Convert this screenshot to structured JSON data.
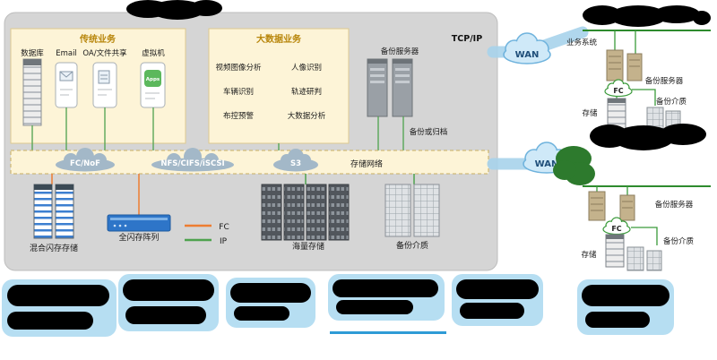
{
  "colors": {
    "container_bg": "#d5d5d5",
    "panel_bg": "#fdf4d7",
    "panel_border": "#ddc98f",
    "fc_line": "#ed7d31",
    "ip_line": "#4ea24e",
    "trunk_green": "#2e8b2e",
    "cloud_fill": "#a3b8c8",
    "wan_fill": "#cfe9f8",
    "wan_border": "#6fb3dd",
    "allflash_fill": "#2e75c8",
    "section_title": "#b8860b"
  },
  "main": {
    "tcpip_label": "TCP/IP",
    "traditional": {
      "title": "传统业务",
      "items": [
        "数据库",
        "Email",
        "OA/文件共享",
        "虚拟机"
      ],
      "apps_badge": "Apps"
    },
    "bigdata": {
      "title": "大数据业务",
      "items": [
        "视频图像分析",
        "人像识别",
        "车辆识别",
        "轨迹研判",
        "布控预警",
        "大数据分析"
      ]
    },
    "backup_server_label": "备份服务器",
    "backup_or_archive_label": "备份或归档",
    "network": {
      "clouds": [
        "FC/NoF",
        "NFS/CIFS/iSCSI",
        "S3"
      ],
      "label": "存储网络"
    },
    "legend": {
      "fc": "FC",
      "ip": "IP"
    },
    "storage": {
      "hybrid_label": "混合闪存存储",
      "allflash_label": "全闪存阵列",
      "mass_label": "海量存储",
      "media_label": "备份介质"
    }
  },
  "wan": {
    "label": "WAN"
  },
  "site_top": {
    "business_label": "业务系统",
    "backup_server_label": "备份服务器",
    "fc_label": "FC",
    "storage_label": "存储",
    "media_label": "备份介质"
  },
  "site_bottom": {
    "backup_server_label": "备份服务器",
    "fc_label": "FC",
    "storage_label": "存储",
    "media_label": "备份介质"
  }
}
